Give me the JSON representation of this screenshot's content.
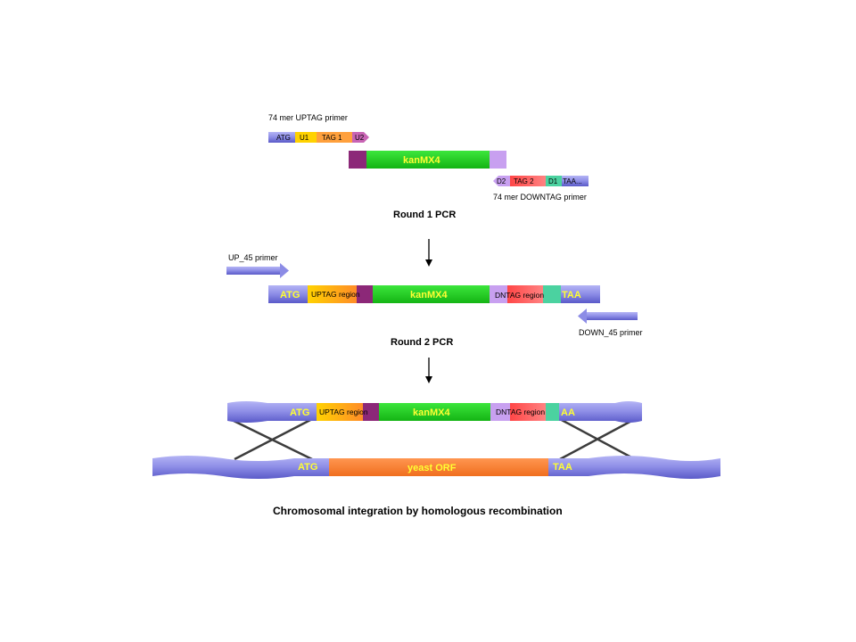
{
  "colors": {
    "blue": "#8c8ce6",
    "blue_dark": "#6a6ad8",
    "yellow": "#ffd200",
    "orange": "#ff9a1e",
    "purple": "#8c2878",
    "green": "#1ed21e",
    "lavender": "#c8a0f0",
    "red": "#ff5a5a",
    "teal": "#4bd2a0",
    "orf": "#ff8232",
    "label_yellow": "#ffff33"
  },
  "round1": {
    "uptag_primer_label": "74 mer UPTAG primer",
    "up_segments": [
      "ATG",
      "U1",
      "TAG 1",
      "U2"
    ],
    "kanmx4": "kanMX4",
    "down_segments": [
      "D2",
      "TAG 2",
      "D1",
      "TAA..."
    ],
    "downtag_primer_label": "74 mer DOWNTAG primer",
    "title": "Round 1 PCR"
  },
  "round2": {
    "up45_label": "UP_45 primer",
    "atg": "ATG",
    "uptag_region": "UPTAG region",
    "kanmx4": "kanMX4",
    "dntag_region": "DNTAG region",
    "taa": "TAA",
    "down45_label": "DOWN_45 primer",
    "title": "Round 2 PCR"
  },
  "integration": {
    "atg": "ATG",
    "uptag_region": "UPTAG region",
    "kanmx4": "kanMX4",
    "dntag_region": "DNTAG region",
    "taa_top": "AA",
    "chrom_atg": "ATG",
    "yeast_orf": "yeast ORF",
    "chrom_taa": "TAA",
    "caption": "Chromosomal integration by homologous recombination"
  }
}
